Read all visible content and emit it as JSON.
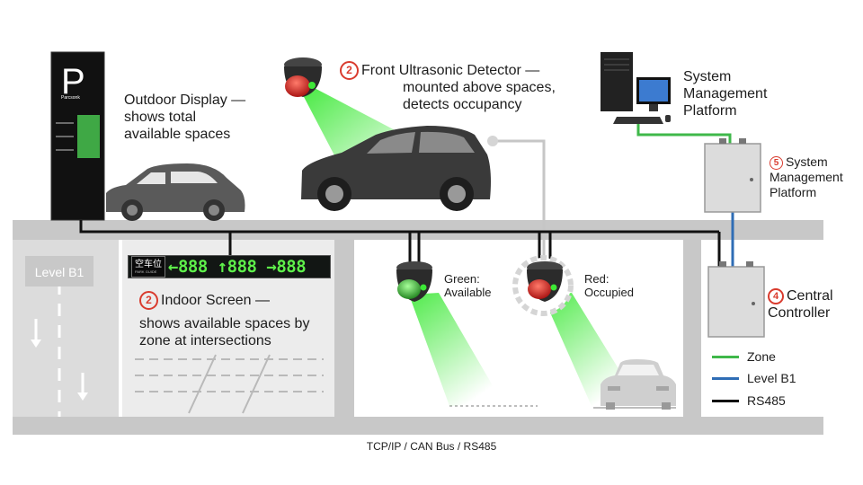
{
  "outdoor_display": {
    "sign_letter": "P",
    "sign_brand": "Parcsonk",
    "caption": "Outdoor Display — shows total available spaces"
  },
  "front_detector": {
    "badge": "2",
    "caption_line1": "Front Ultrasonic Detector —",
    "caption_line2": "mounted above spaces,",
    "caption_line3": "detects occupancy"
  },
  "system_platform": {
    "caption": "System Management Platform"
  },
  "cabinet_platform": {
    "badge": "5",
    "caption_line1": "System",
    "caption_line2": "Management Platform"
  },
  "central_controller": {
    "badge": "4",
    "caption_line1": "Central",
    "caption_line2": "Controller"
  },
  "indoor_screen": {
    "badge": "2",
    "title": "Indoor Screen —",
    "caption": "shows available spaces by zone at intersections",
    "tag_cn": "空车位",
    "tag_en": "PARK GUIDE",
    "display_text": "←888 ↑888 →888"
  },
  "level_sign": "Level B1",
  "status_green": "Green: Available",
  "status_red": "Red: Occupied",
  "legend": [
    {
      "label": "Zone",
      "color": "#3fb84a"
    },
    {
      "label": "Level B1",
      "color": "#2f6db5"
    },
    {
      "label": "RS485",
      "color": "#111111"
    }
  ],
  "footer": "TCP/IP / CAN Bus / RS485",
  "colors": {
    "floor_slab": "#c8c8c8",
    "beam_fill": "#f2f2f2",
    "accent_red": "#d93b2e",
    "beam_green": "#5ef04a",
    "bus_line": "#111111"
  }
}
